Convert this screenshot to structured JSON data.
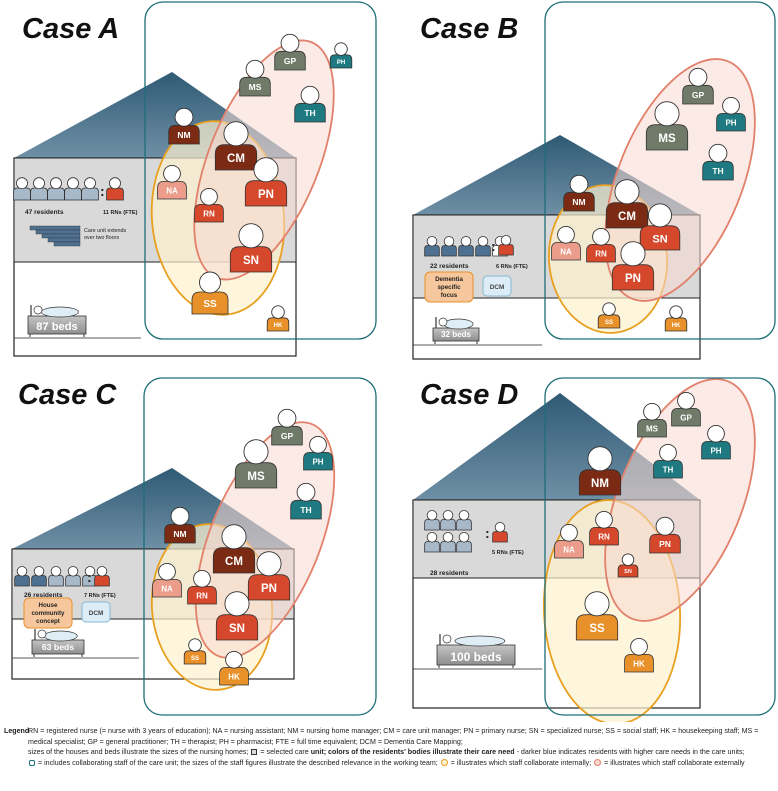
{
  "cases": [
    {
      "title": "Case A",
      "residents_label": "47 residents",
      "rn_label": "11 RNs (FTE)",
      "stairs_label": [
        "Care unit extends",
        "over two floors"
      ],
      "beds_label": "87 beds",
      "staff": [
        "NM",
        "MS",
        "GP",
        "PH",
        "TH",
        "CM",
        "NA",
        "PN",
        "RN",
        "SN",
        "SS",
        "HK"
      ]
    },
    {
      "title": "Case B",
      "residents_label": "22 residents",
      "rn_label": "6 RNs (FTE)",
      "focus_label": [
        "Dementia",
        "specific",
        "focus"
      ],
      "dcm_label": "DCM",
      "beds_label": "32 beds",
      "staff": [
        "NM",
        "GP",
        "MS",
        "PH",
        "TH",
        "CM",
        "NA",
        "RN",
        "SN",
        "PN",
        "SS",
        "HK"
      ]
    },
    {
      "title": "Case C",
      "residents_label": "26 residents",
      "rn_label": "7 RNs (FTE)",
      "focus_label": [
        "House",
        "community",
        "concept"
      ],
      "dcm_label": "DCM",
      "beds_label": "63 beds",
      "staff": [
        "NM",
        "GP",
        "MS",
        "PH",
        "TH",
        "CM",
        "NA",
        "RN",
        "PN",
        "SN",
        "SS",
        "HK"
      ]
    },
    {
      "title": "Case D",
      "residents_label": "28 residents",
      "rn_label": "5 RNs (FTE)",
      "beds_label": "100 beds",
      "staff": [
        "MS",
        "GP",
        "PH",
        "TH",
        "NM",
        "NA",
        "RN",
        "PN",
        "SN",
        "SS",
        "HK"
      ]
    }
  ],
  "colors": {
    "house_roof": "#3f6882",
    "unit_fill": "#d9d9d9",
    "teal_outline": "#1e6e78",
    "orange_ellipse": "#e8a020",
    "orange_fill": "#fdf1cf",
    "red_ellipse": "#e2816b",
    "red_fill": "#f8d9d0",
    "figure_dark_red": "#7b2b14",
    "figure_red": "#d6482c",
    "figure_orange": "#e8912a",
    "figure_grey": "#6f7a69",
    "figure_teal": "#1e7a80",
    "figure_salmon": "#eb9c8a"
  },
  "legend": {
    "title": "Legend",
    "line1": "RN = registered nurse (= nurse with 3 years of education); NA = nursing assistant; NM = nursing home manager; CM = care unit manager; PN = primary nurse; SN = specialized nurse; SS = social staff; HK = housekeeping staff; MS =",
    "line2": "medical specialist; GP = general practitioner; TH = therapist; PH = pharmacist; FTE = full time equivalent; DCM = Dementia Care Mapping;",
    "line3a": "sizes of the houses and beds illustrate the sizes of the nursing homes;",
    "line3b": "= selected care",
    "line3c": "unit; colors of the residents' bodies illustrate their care need",
    "line3d": "- darker blue indicates residents with higher care needs in the care units;",
    "line4a": "= includes collaborating staff of the care unit; the sizes of the staff figures illustrate the described relevance in the working team;",
    "line4b": "= illustrates which staff collaborate internally;",
    "line4c": "= illustrates which staff collaborate externally"
  }
}
